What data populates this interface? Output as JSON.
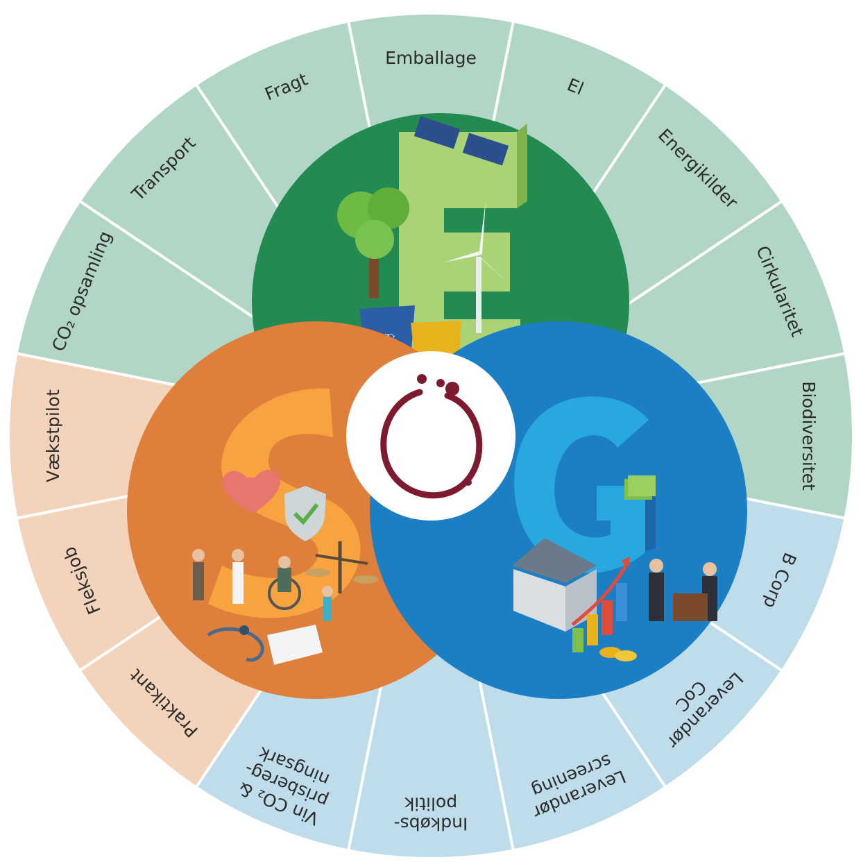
{
  "colors": {
    "environment_ring": "#b2d6c6",
    "social_ring": "#f3d3ba",
    "governance_ring": "#bedcea",
    "environment_circle": "#238a52",
    "social_circle": "#de7f3b",
    "governance_circle": "#1c7fc3",
    "logo_wine": "#7d1a30"
  },
  "segments": [
    {
      "group": "environment",
      "lines": [
        "Emballage"
      ]
    },
    {
      "group": "environment",
      "lines": [
        "El"
      ]
    },
    {
      "group": "environment",
      "lines": [
        "Energikilder"
      ]
    },
    {
      "group": "environment",
      "lines": [
        "Cirkularitet"
      ]
    },
    {
      "group": "environment",
      "lines": [
        "Biodiversitet"
      ]
    },
    {
      "group": "governance",
      "lines": [
        "B Corp"
      ]
    },
    {
      "group": "governance",
      "lines": [
        "Leverandør",
        "CoC"
      ]
    },
    {
      "group": "governance",
      "lines": [
        "Leverandør",
        "screening"
      ]
    },
    {
      "group": "governance",
      "lines": [
        "Indkøbs-",
        "politik"
      ]
    },
    {
      "group": "governance",
      "lines": [
        "Vin CO₂ &",
        "prisbereg-",
        "ningsark"
      ]
    },
    {
      "group": "social",
      "lines": [
        "Praktikant"
      ]
    },
    {
      "group": "social",
      "lines": [
        "Fleksjob"
      ]
    },
    {
      "group": "social",
      "lines": [
        "Vækstpilot"
      ]
    },
    {
      "group": "environment",
      "lines": [
        "CO₂ opsamling"
      ]
    },
    {
      "group": "environment",
      "lines": [
        "Transport"
      ]
    },
    {
      "group": "environment",
      "lines": [
        "Fragt"
      ]
    }
  ],
  "center": {
    "letters": [
      "E",
      "S",
      "G"
    ],
    "icons": [
      "recycling-bins-icon",
      "solar-panel-icon",
      "wind-turbine-icon",
      "tree-icon",
      "heart-icon",
      "shield-check-icon",
      "balance-scale-icon",
      "stethoscope-icon",
      "bank-building-icon",
      "bar-chart-icon",
      "money-stack-icon",
      "handshake-icon"
    ]
  }
}
